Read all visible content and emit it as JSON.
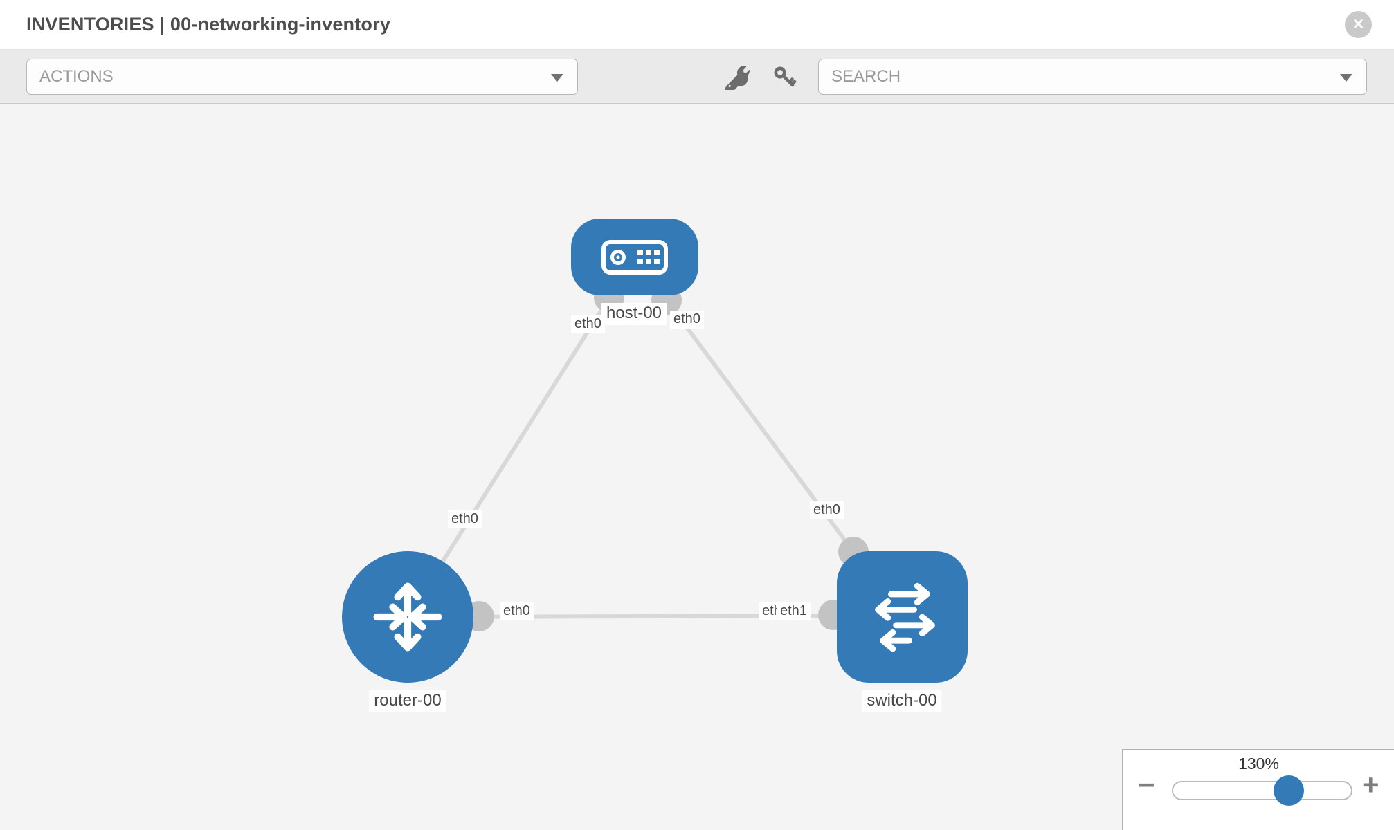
{
  "header": {
    "title": "INVENTORIES | 00-networking-inventory",
    "close_label": "✕"
  },
  "toolbar": {
    "actions_placeholder": "ACTIONS",
    "search_placeholder": "SEARCH",
    "tool_icons": [
      "wrench",
      "key"
    ]
  },
  "topology": {
    "nodes": [
      {
        "id": "host-00",
        "type": "host",
        "label": "host-00"
      },
      {
        "id": "router-00",
        "type": "router",
        "label": "router-00"
      },
      {
        "id": "switch-00",
        "type": "switch",
        "label": "switch-00"
      }
    ],
    "links": [
      {
        "from": "host-00",
        "to": "router-00",
        "from_if": "eth0",
        "to_if": "eth0"
      },
      {
        "from": "host-00",
        "to": "switch-00",
        "from_if": "eth0",
        "to_if": "eth0"
      },
      {
        "from": "router-00",
        "to": "switch-00",
        "from_if": "eth0",
        "to_if": "eth1"
      }
    ],
    "if_labels": {
      "host_left": "eth0",
      "host_right": "eth0",
      "router_top": "eth0",
      "switch_top": "eth0",
      "router_right": "eth0",
      "switch_left_under": "eth0",
      "switch_left_over": "eth1"
    }
  },
  "zoom_control": {
    "value": "130%",
    "minus_label": "−",
    "plus_label": "+"
  },
  "colors": {
    "node_blue": "#337ab7",
    "edge_gray": "#d8d8d8",
    "port_gray": "#c3c3c3",
    "toolbar_gray": "#eaeaea",
    "canvas_gray": "#f4f4f4"
  }
}
